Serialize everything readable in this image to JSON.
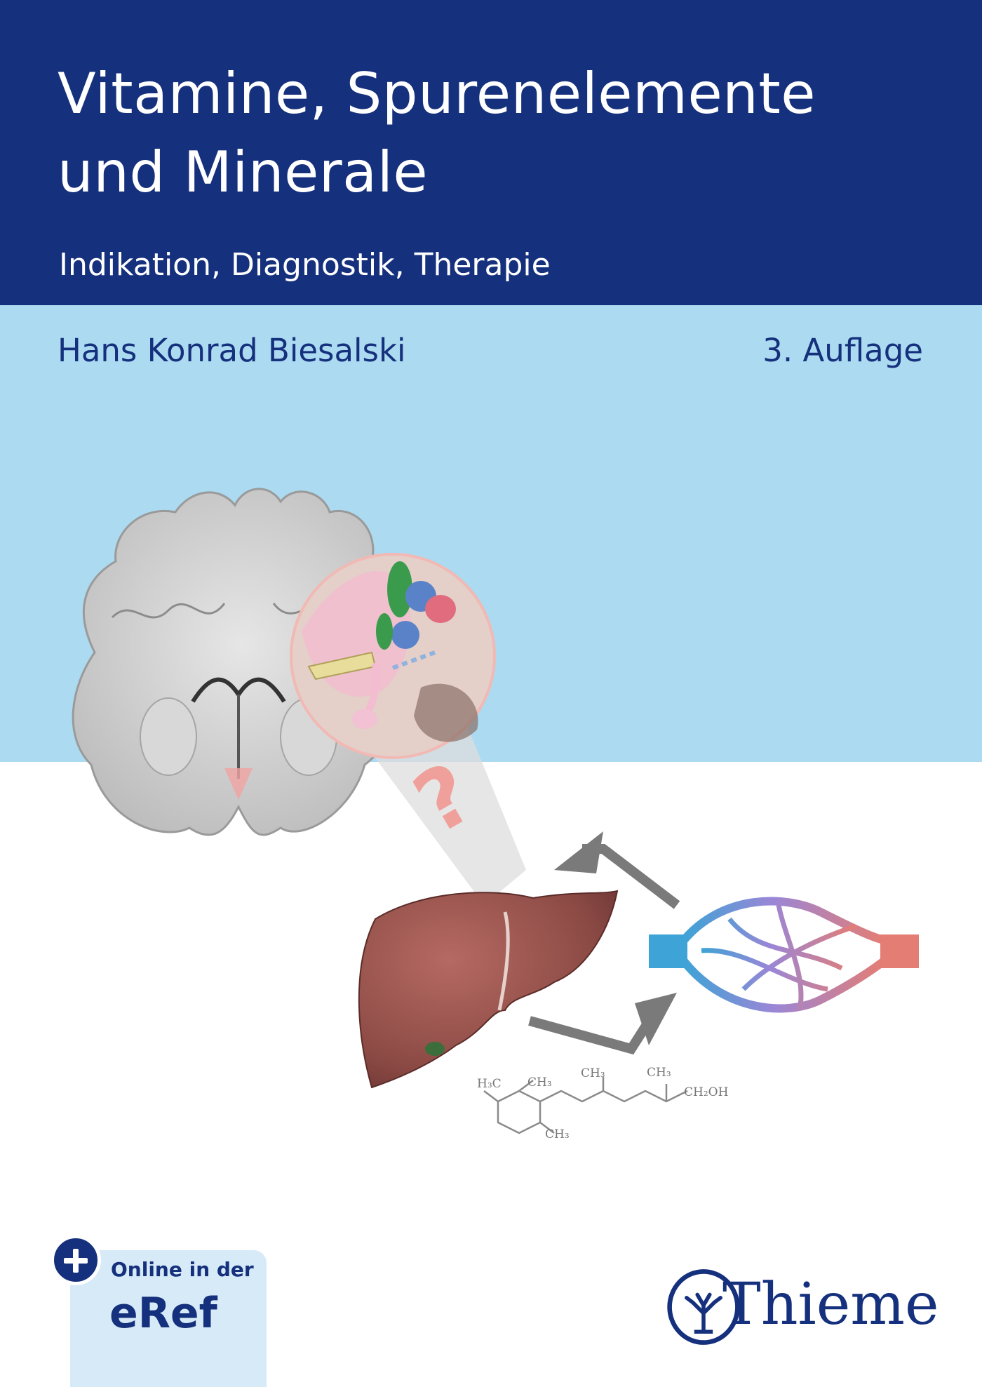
{
  "cover": {
    "title": "Vitamine, Spurenelemente\nund Minerale",
    "subtitle": "Indikation, Diagnostik, Therapie",
    "author": "Hans Konrad Biesalski",
    "edition": "3. Auflage"
  },
  "illustration": {
    "question_mark": "?",
    "formula": {
      "h3c": "H₃C",
      "ch3_a": "CH₃",
      "ch3_b": "CH₃",
      "ch3_c": "CH₃",
      "ch3_d": "CH₃",
      "ch2oh": "CH₂OH"
    }
  },
  "badge": {
    "line1": "Online in der",
    "line2": "eRef",
    "icon": "plus-icon"
  },
  "publisher": {
    "name": "Thieme",
    "logo_icon": "tree-logo-icon"
  },
  "colors": {
    "title_band": "#15307c",
    "light_band": "#acdaf1",
    "text_dark": "#15307c"
  }
}
